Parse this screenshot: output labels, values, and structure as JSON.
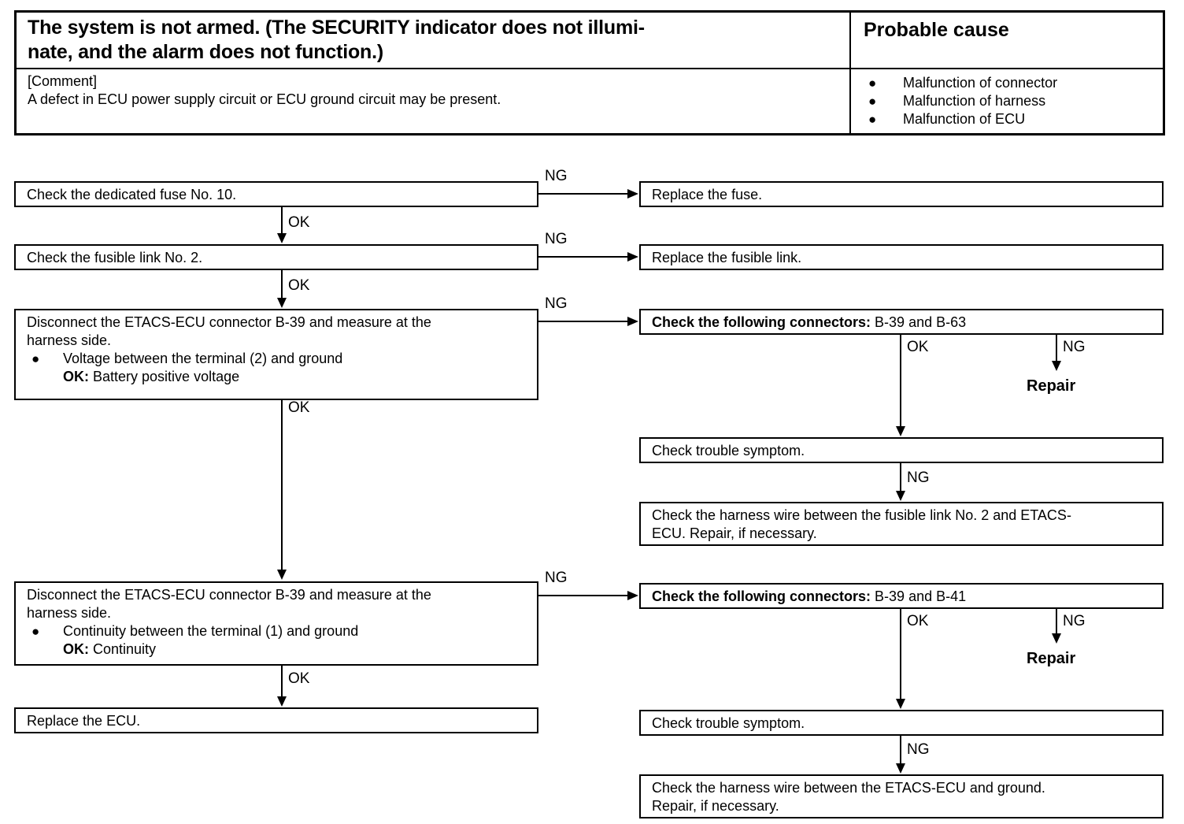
{
  "symptom_table": {
    "title": "The system is not armed. (The SECURITY indicator does not illuminate, and the alarm does not function.)",
    "title_line1": "The system is not armed. (The SECURITY indicator does not illumi-",
    "title_line2": "nate, and the alarm does not function.)",
    "cause_header": "Probable cause",
    "comment_label": "[Comment]",
    "comment_text": "A defect in ECU power supply circuit or ECU ground circuit may be present.",
    "bullet_glyph": "●",
    "causes": [
      "Malfunction of connector",
      "Malfunction of harness",
      "Malfunction of ECU"
    ]
  },
  "flow": {
    "left": {
      "step1": "Check the dedicated fuse No. 10.",
      "step2": "Check the fusible link No. 2.",
      "step3": {
        "line1": "Disconnect the ETACS-ECU connector B-39 and measure at the",
        "line2": "harness side.",
        "bullet": "Voltage between the terminal (2) and ground",
        "ok_prefix": "OK:",
        "ok_value": "Battery positive voltage"
      },
      "step4": {
        "line1": "Disconnect the ETACS-ECU connector B-39 and measure at the",
        "line2": "harness side.",
        "bullet": "Continuity between the terminal (1) and ground",
        "ok_prefix": "OK:",
        "ok_value": "Continuity"
      },
      "step5": "Replace the ECU."
    },
    "right": {
      "replace_fuse": "Replace the fuse.",
      "replace_fusible_link": "Replace the fusible link.",
      "connectors_1_prefix": "Check the following connectors:",
      "connectors_1_value": "B-39 and B-63",
      "connectors_2_prefix": "Check the following connectors:",
      "connectors_2_value": "B-39 and B-41",
      "trouble_symptom_1": "Check trouble symptom.",
      "trouble_symptom_2": "Check trouble symptom.",
      "harness_1": {
        "line1": "Check the harness wire between the fusible link No. 2 and ETACS-",
        "line2": "ECU. Repair, if necessary."
      },
      "harness_2": {
        "line1": "Check the harness wire between the ETACS-ECU and ground.",
        "line2": "Repair, if necessary."
      },
      "repair_1": "Repair",
      "repair_2": "Repair"
    },
    "labels": {
      "ng1": "NG",
      "ng2": "NG",
      "ng3": "NG",
      "ng4": "NG",
      "ng5": "NG",
      "ng6": "NG",
      "ng7": "NG",
      "ng8": "NG",
      "ok1": "OK",
      "ok2": "OK",
      "ok3": "OK",
      "ok4": "OK",
      "ok5": "OK",
      "ok6": "OK"
    }
  }
}
